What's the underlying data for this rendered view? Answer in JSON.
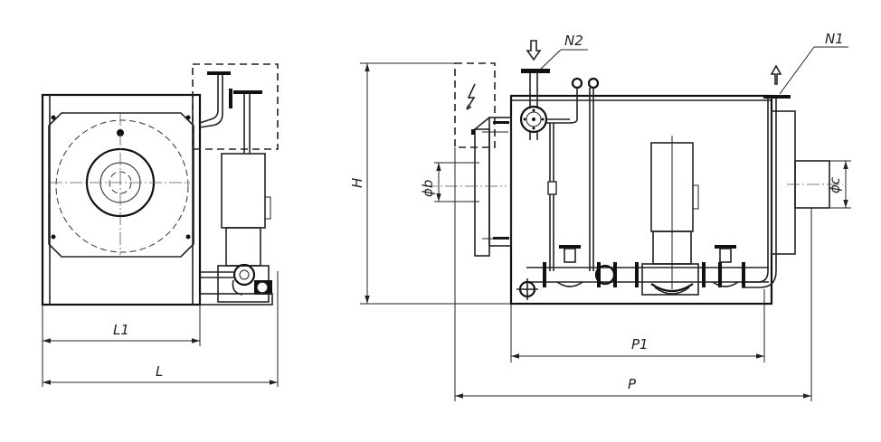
{
  "dimensions": {
    "l1": "L1",
    "l": "L",
    "h": "H",
    "p1": "P1",
    "p": "P",
    "phi_b": "ϕb",
    "phi_c": "ϕc"
  },
  "nozzles": {
    "n1": "N1",
    "n2": "N2"
  },
  "icons": {
    "electrical": "lightning-bolt-icon",
    "inlet_arrow": "arrow-down-icon",
    "outlet_arrow": "arrow-up-icon"
  }
}
